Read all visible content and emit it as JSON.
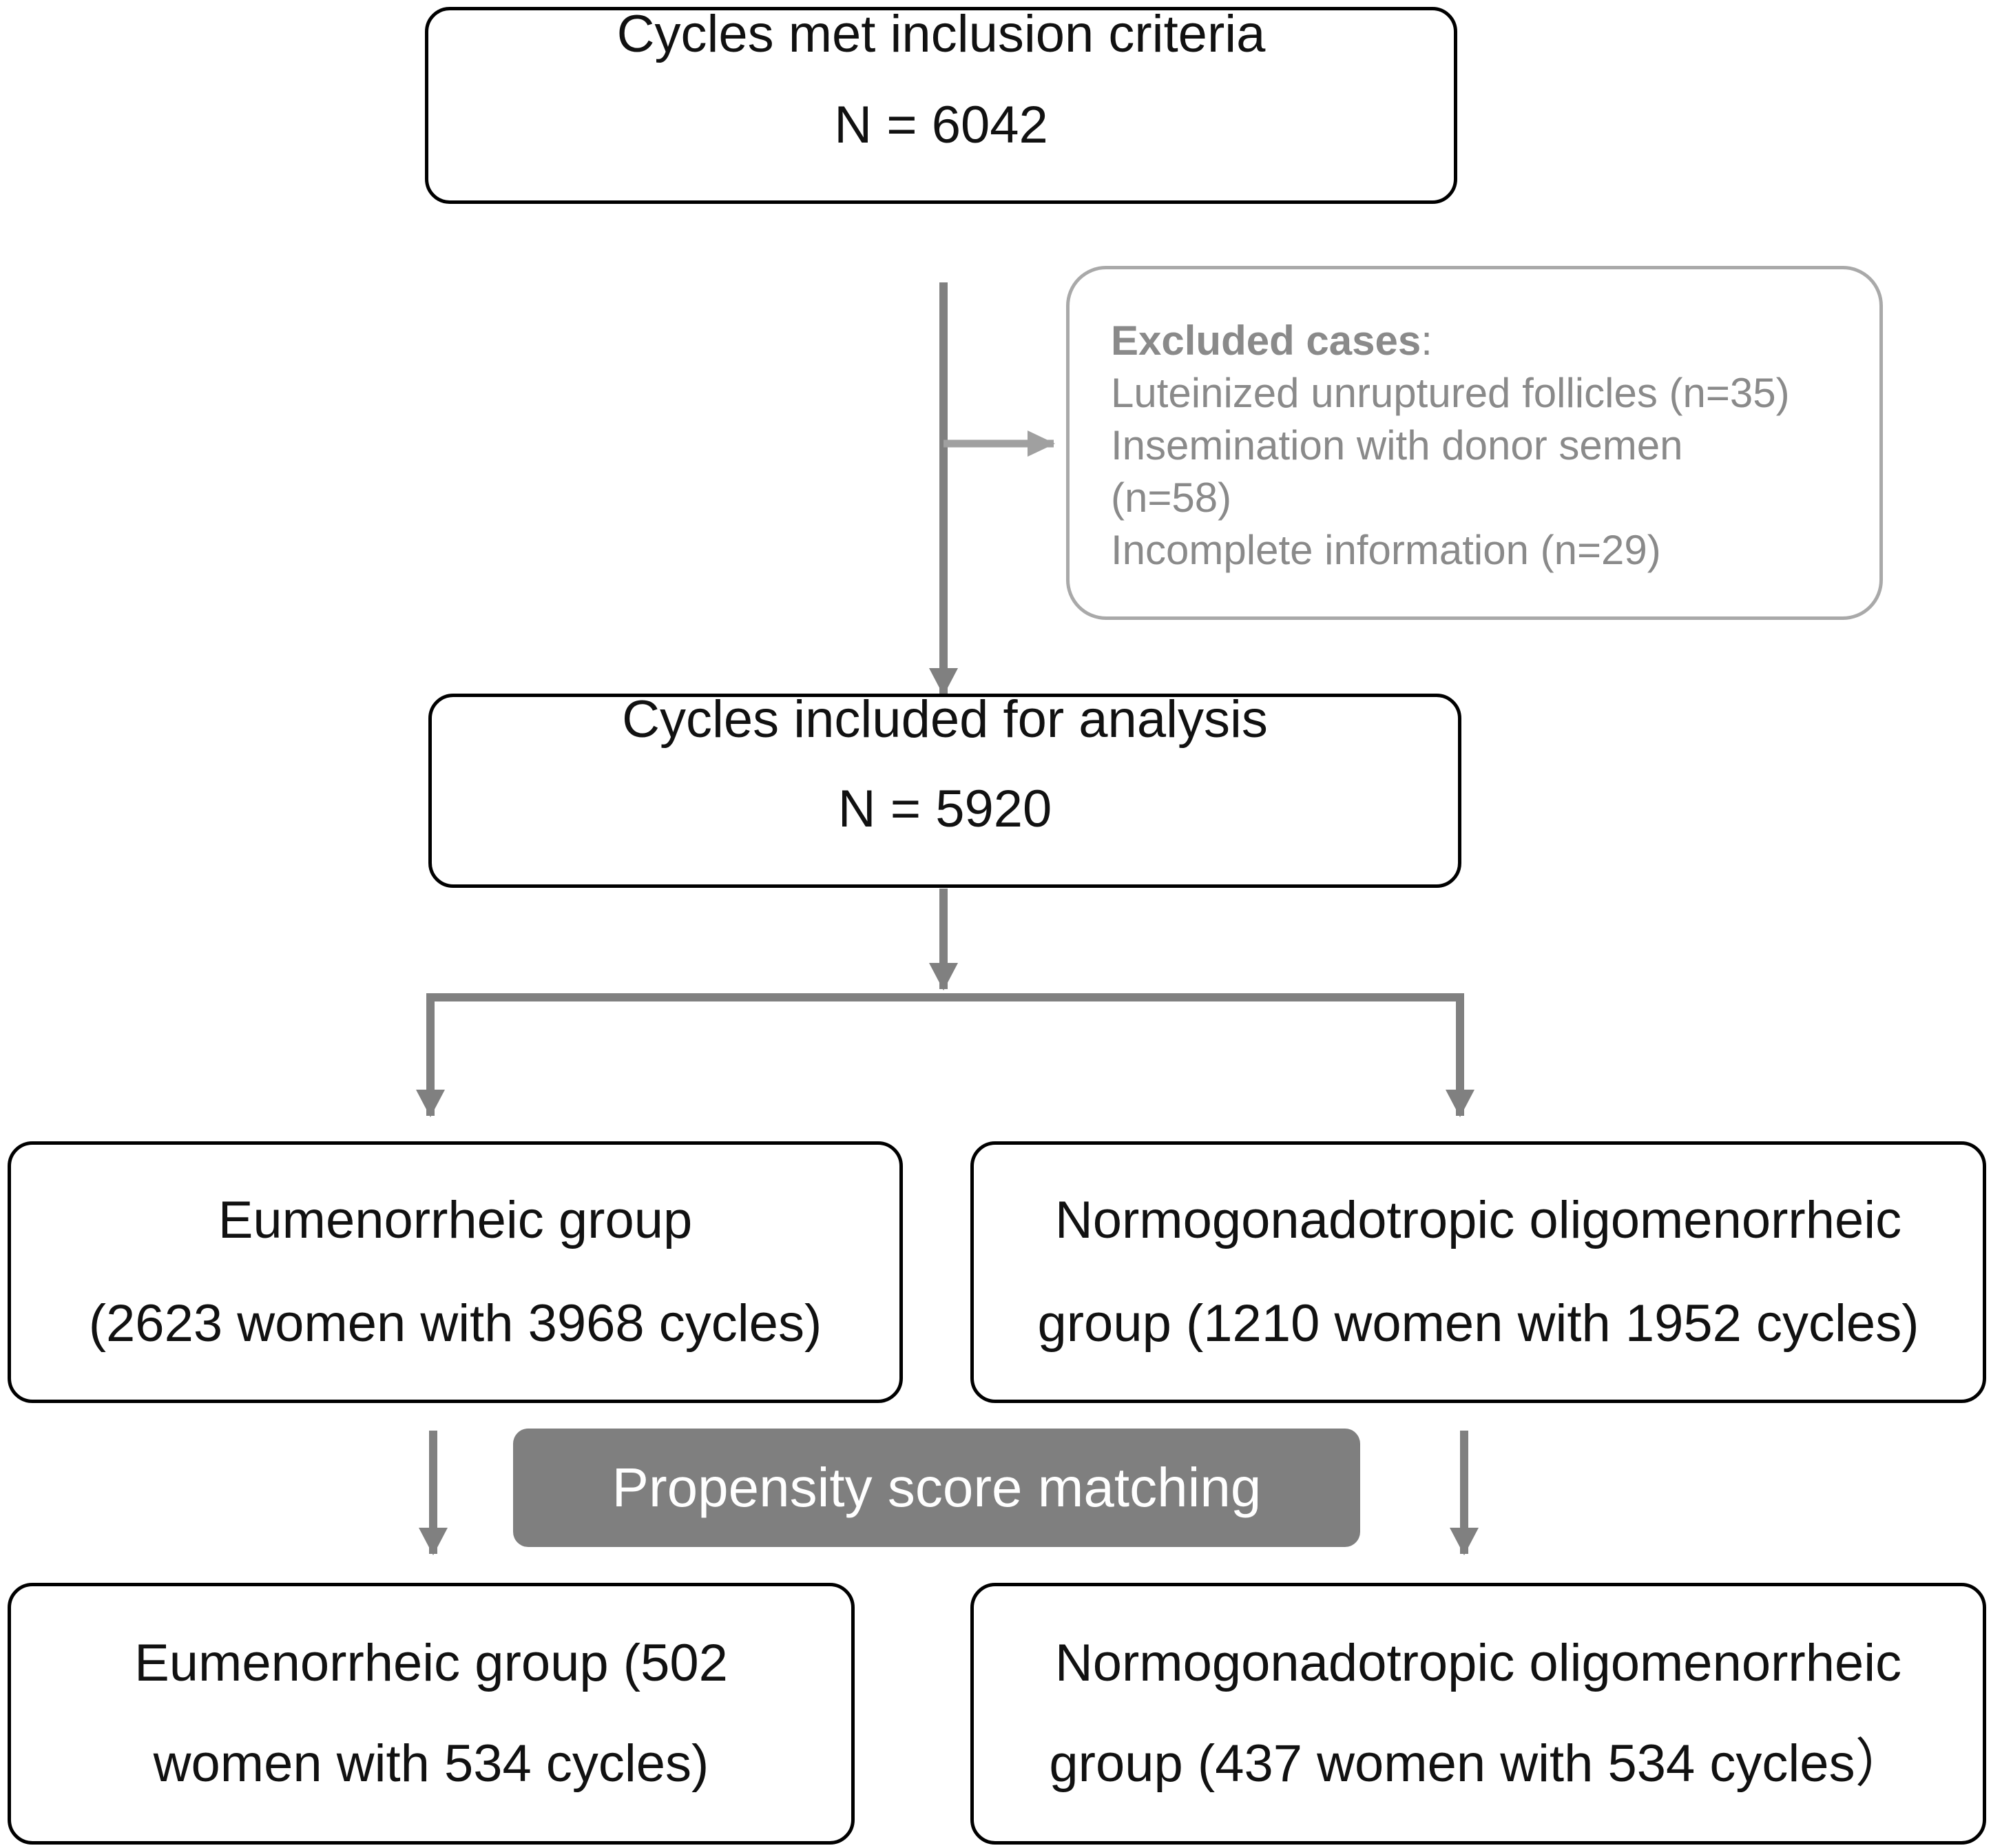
{
  "colors": {
    "box_border": "#000000",
    "excluded_border": "#a9a9a9",
    "excluded_text": "#8a8a8a",
    "connector": "#808080",
    "banner_fill": "#7f7f7f",
    "banner_text": "#ffffff"
  },
  "top_box": {
    "line1": "Cycles met inclusion criteria",
    "line2": "N =  6042"
  },
  "excluded": {
    "heading": "Excluded cases",
    "heading_suffix": ":",
    "items": [
      "Luteinized unruptured follicles (n=35)",
      "Insemination with donor semen",
      "(n=58)",
      "Incomplete information (n=29)"
    ]
  },
  "analysis_box": {
    "line1": "Cycles included for analysis",
    "line2": "N =  5920"
  },
  "left_group": {
    "line1": "Eumenorrheic group",
    "line2": "(2623 women with 3968 cycles)"
  },
  "right_group": {
    "line1": "Normogonadotropic oligomenorrheic",
    "line2": "group (1210 women with 1952 cycles)"
  },
  "matching_label": "Propensity score matching",
  "left_matched": {
    "line1": "Eumenorrheic group (502",
    "line2": "women with 534 cycles)"
  },
  "right_matched": {
    "line1": "Normogonadotropic oligomenorrheic",
    "line2": "group (437 women with 534 cycles）"
  }
}
